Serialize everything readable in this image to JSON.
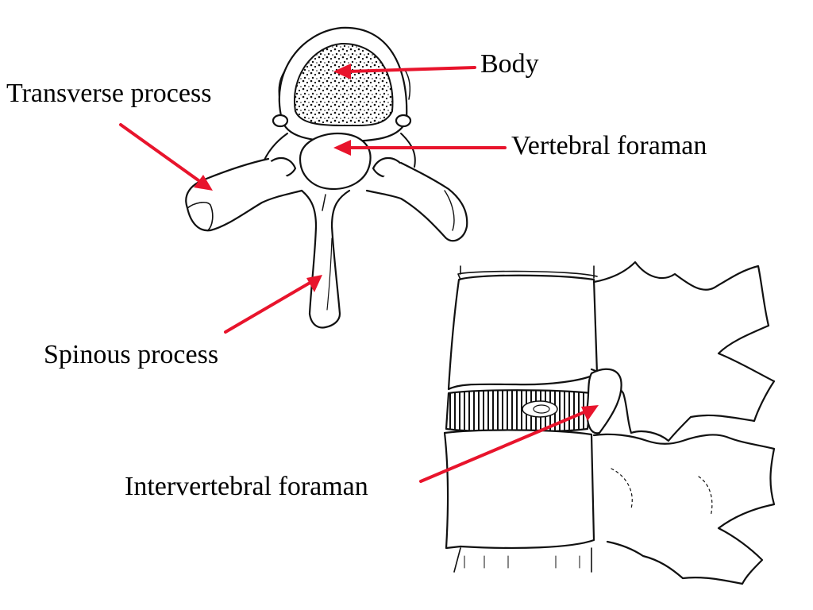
{
  "labels": {
    "body": "Body",
    "transverse_process": "Transverse process",
    "vertebral_foramen": "Vertebral foraman",
    "spinous_process": "Spinous process",
    "intervertebral_foramen": "Intervertebral foraman"
  },
  "colors": {
    "arrow": "#e8142c",
    "ink": "#111111",
    "background": "#ffffff"
  }
}
